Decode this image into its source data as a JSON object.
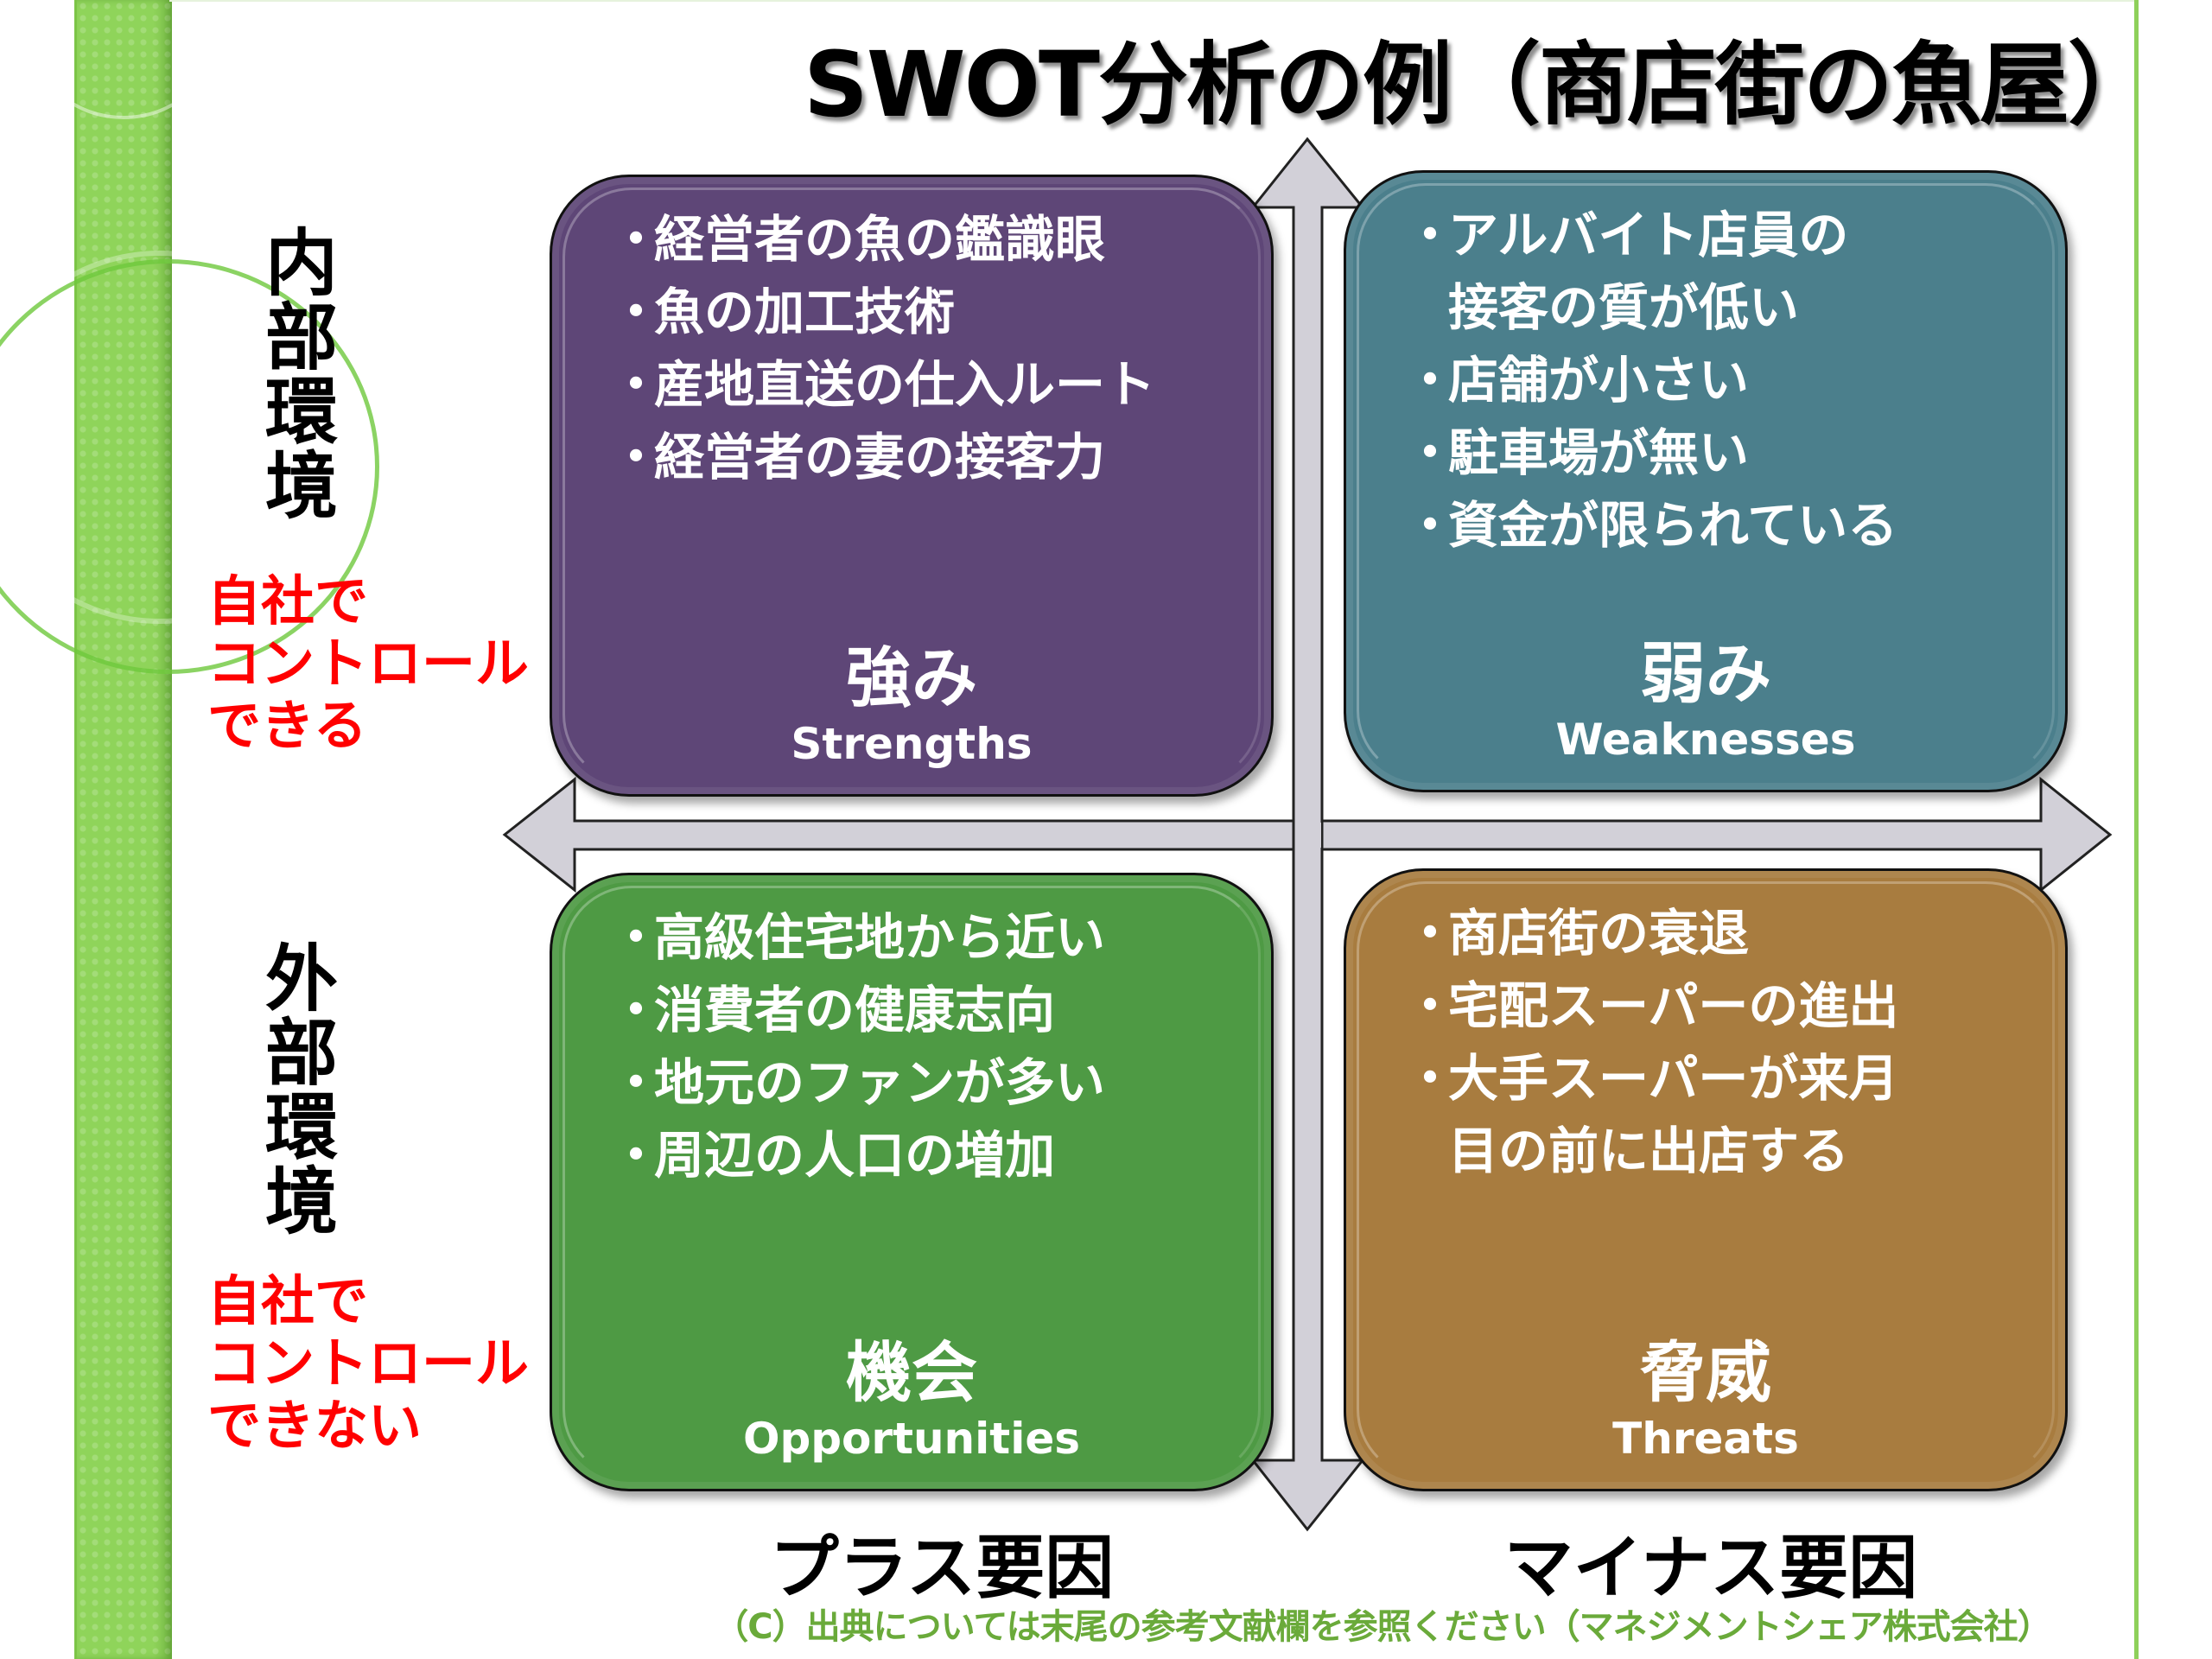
{
  "slide": {
    "title": "SWOT分析の例（商店街の魚屋）",
    "colors": {
      "strip_green": "#8fd45a",
      "border_green": "#8ed05a",
      "strengths_bg": "#5e4677",
      "weaknesses_bg": "#4b7f8c",
      "opportunities_bg": "#4e9a44",
      "threats_bg": "#a87c3f",
      "arrow_fill": "#d2d0d8",
      "note_red": "#ff0000",
      "credit_green": "#6aaa3a"
    }
  },
  "row_labels": {
    "internal": {
      "chars": [
        "内",
        "部",
        "環",
        "境"
      ],
      "note": [
        "自社で",
        "コントロール",
        "できる"
      ]
    },
    "external": {
      "chars": [
        "外",
        "部",
        "環",
        "境"
      ],
      "note": [
        "自社で",
        "コントロール",
        "できない"
      ]
    }
  },
  "column_labels": {
    "plus": "プラス要因",
    "minus": "マイナス要因"
  },
  "quadrants": {
    "strengths": {
      "title_jp": "強み",
      "title_en": "Strengths",
      "bullet": "・",
      "items": [
        "経営者の魚の鑑識眼",
        "魚の加工技術",
        "産地直送の仕入ルート",
        "経営者の妻の接客力"
      ]
    },
    "weaknesses": {
      "title_jp": "弱み",
      "title_en": "Weaknesses",
      "bullet": "・",
      "items": [
        "アルバイト店員の",
        "接客の質が低い",
        "店舗が小さい",
        "駐車場が無い",
        "資金が限られている"
      ]
    },
    "opportunities": {
      "title_jp": "機会",
      "title_en": "Opportunities",
      "bullet": "・",
      "items": [
        "高級住宅地から近い",
        "消費者の健康志向",
        "地元のファンが多い",
        "周辺の人口の増加"
      ]
    },
    "threats": {
      "title_jp": "脅威",
      "title_en": "Threats",
      "bullet": "・",
      "items": [
        "商店街の衰退",
        "宅配スーパーの進出",
        "大手スーパーが来月",
        "目の前に出店する"
      ]
    }
  },
  "axes": {
    "up_arrow": "arrow-up",
    "down_arrow": "arrow-down",
    "left_arrow": "arrow-left",
    "right_arrow": "arrow-right"
  },
  "footer": {
    "credit": "（C）出典については末尾の参考文献欄を参照ください（マネジメントシェア株式会社）"
  }
}
